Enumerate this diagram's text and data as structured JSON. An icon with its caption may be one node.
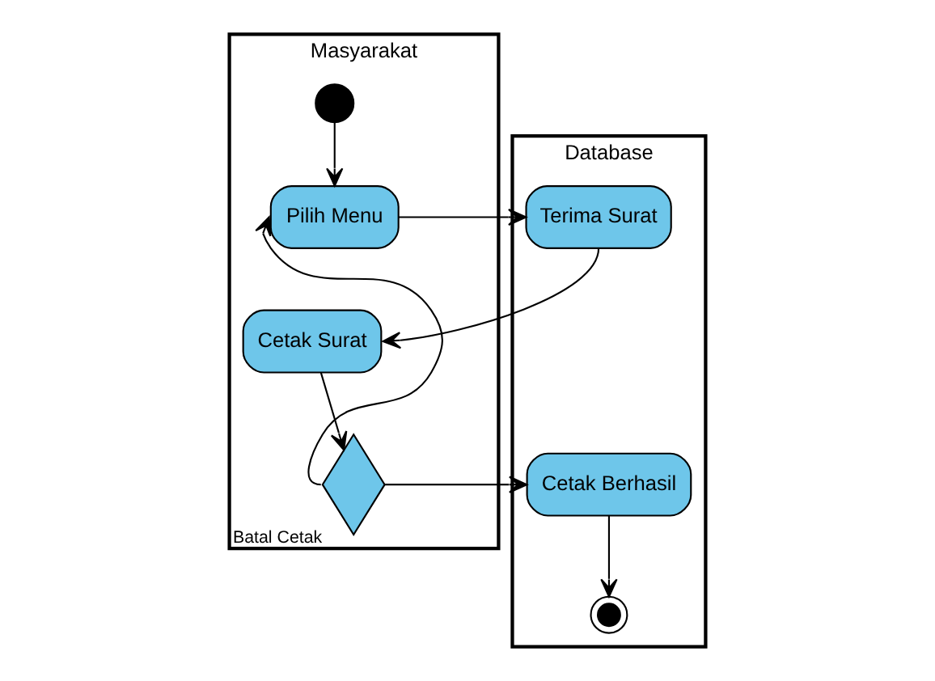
{
  "diagram": {
    "nodes": [
      {
        "text": [
          "Masyarakat"
        ]
      },
      {
        "text": [
          "Database"
        ]
      },
      {
        "text": [],
        "shape": "circle",
        "in": 0
      },
      {
        "text": [
          "Pilih Menu"
        ],
        "in": 0
      },
      {
        "text": [
          "Cetak Surat"
        ],
        "in": 0
      },
      {
        "text": [],
        "shape": "diamond",
        "in": 0
      },
      {
        "text": [
          "Terima Surat"
        ],
        "in": 1
      },
      {
        "text": [
          "Cetak Berhasil"
        ],
        "in": 1
      },
      {
        "text": [],
        "shape": "circle",
        "in": 1
      }
    ],
    "edges": [
      {
        "from": 2,
        "to": 3,
        "arrow": "to"
      },
      {
        "from": 3,
        "to": 6,
        "arrow": "to"
      },
      {
        "from": 6,
        "to": 4,
        "arrow": "to"
      },
      {
        "from": 4,
        "to": 5,
        "arrow": "to"
      },
      {
        "from": 5,
        "to": 3,
        "arrow": "to",
        "label": "Batal Cetak"
      },
      {
        "from": 5,
        "to": 7,
        "arrow": "to"
      },
      {
        "from": 7,
        "to": 8,
        "arrow": "to"
      }
    ]
  }
}
